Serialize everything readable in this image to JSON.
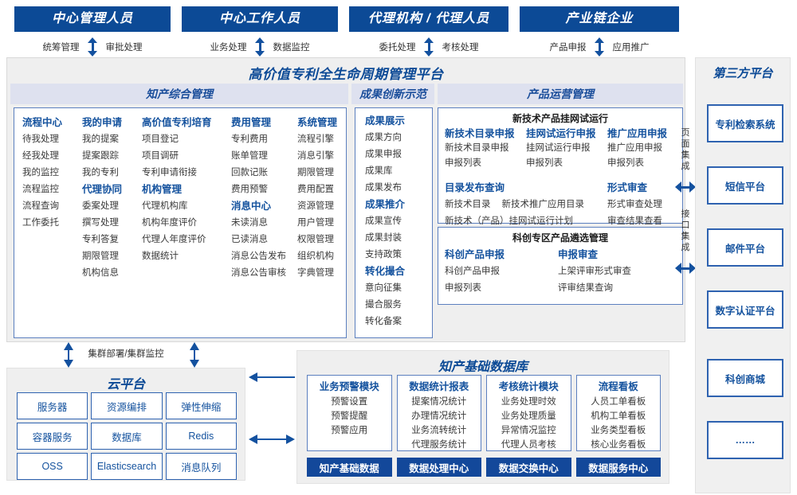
{
  "roles": [
    {
      "title": "中心管理人员",
      "left": "统筹管理",
      "right": "审批处理"
    },
    {
      "title": "中心工作人员",
      "left": "业务处理",
      "right": "数据监控"
    },
    {
      "title": "代理机构 / 代理人员",
      "left": "委托处理",
      "right": "考核处理"
    },
    {
      "title": "产业链企业",
      "left": "产品申报",
      "right": "应用推广"
    }
  ],
  "platform": {
    "title": "高价值专利全生命周期管理平台",
    "sections": {
      "zhichan": {
        "heading": "知产综合管理",
        "columns": [
          {
            "groups": [
              {
                "head": "流程中心",
                "items": [
                  "待我处理",
                  "经我处理",
                  "我的监控",
                  "流程监控",
                  "流程查询",
                  "工作委托"
                ]
              }
            ]
          },
          {
            "groups": [
              {
                "head": "我的申请",
                "items": [
                  "我的提案",
                  "提案跟踪",
                  "我的专利"
                ]
              },
              {
                "head": "代理协同",
                "items": [
                  "委案处理",
                  "撰写处理",
                  "专利答复",
                  "期限管理",
                  "机构信息"
                ]
              }
            ]
          },
          {
            "groups": [
              {
                "head": "高价值专利培育",
                "items": [
                  "项目登记",
                  "项目调研",
                  "专利申请衔接"
                ]
              },
              {
                "head": "机构管理",
                "items": [
                  "代理机构库",
                  "机构年度评价",
                  "代理人年度评价",
                  "数据统计"
                ]
              }
            ]
          },
          {
            "groups": [
              {
                "head": "费用管理",
                "items": [
                  "专利费用",
                  "账单管理",
                  "回款记账",
                  "费用预警"
                ]
              },
              {
                "head": "消息中心",
                "items": [
                  "未读消息",
                  "已读消息",
                  "消息公告发布",
                  "消息公告审核"
                ]
              }
            ]
          },
          {
            "groups": [
              {
                "head": "系统管理",
                "items": [
                  "流程引擎",
                  "消息引擎",
                  "期限管理",
                  "费用配置",
                  "资源管理",
                  "用户管理",
                  "权限管理",
                  "组织机构",
                  "字典管理"
                ]
              }
            ]
          }
        ]
      },
      "chengguo": {
        "heading": "成果创新示范",
        "groups": [
          {
            "head": "成果展示",
            "items": [
              "成果方向",
              "成果申报",
              "成果库",
              "成果发布"
            ]
          },
          {
            "head": "成果推介",
            "items": [
              "成果宣传",
              "成果封装",
              "支持政策"
            ]
          },
          {
            "head": "转化撮合",
            "items": [
              "意向征集",
              "撮合服务",
              "转化备案"
            ]
          }
        ]
      },
      "chanpin": {
        "heading": "产品运营管理",
        "box1": {
          "title": "新技术产品挂网试运行",
          "row1": [
            {
              "head": "新技术目录申报",
              "items": [
                "新技术目录申报",
                "申报列表"
              ]
            },
            {
              "head": "挂网试运行申报",
              "items": [
                "挂网试运行申报",
                "申报列表"
              ]
            },
            {
              "head": "推广应用申报",
              "items": [
                "推广应用申报",
                "申报列表"
              ]
            }
          ],
          "row2": [
            {
              "head": "目录发布查询",
              "items": [
                "新技术目录",
                "新技术推广应用目录",
                "新技术（产品）挂网试运行计划"
              ]
            },
            {
              "head": "形式审查",
              "items": [
                "形式审查处理",
                "审查结果查看"
              ]
            }
          ]
        },
        "box2": {
          "title": "科创专区产品遴选管理",
          "cols": [
            {
              "head": "科创产品申报",
              "items": [
                "科创产品申报",
                "申报列表"
              ]
            },
            {
              "head": "申报审查",
              "items": [
                "上架评审形式审查",
                "评审结果查询"
              ]
            }
          ]
        }
      }
    }
  },
  "integration": {
    "page": "页面集成",
    "api": "接口集成"
  },
  "third_party": {
    "title": "第三方平台",
    "items": [
      "专利检索系统",
      "短信平台",
      "邮件平台",
      "数字认证平台",
      "科创商城",
      "……"
    ]
  },
  "cluster_label": "集群部署/集群监控",
  "cloud": {
    "title": "云平台",
    "cells": [
      "服务器",
      "资源编排",
      "弹性伸缩",
      "容器服务",
      "数据库",
      "Redis",
      "OSS",
      "Elasticsearch",
      "消息队列"
    ]
  },
  "database": {
    "title": "知产基础数据库",
    "cards": [
      {
        "head": "业务预警模块",
        "items": [
          "预警设置",
          "预警提醒",
          "预警应用"
        ],
        "bar": "知产基础数据"
      },
      {
        "head": "数据统计报表",
        "items": [
          "提案情况统计",
          "办理情况统计",
          "业务流转统计",
          "代理服务统计"
        ],
        "bar": "数据处理中心"
      },
      {
        "head": "考核统计模块",
        "items": [
          "业务处理时效",
          "业务处理质量",
          "异常情况监控",
          "代理人员考核"
        ],
        "bar": "数据交换中心"
      },
      {
        "head": "流程看板",
        "items": [
          "人员工单看板",
          "机构工单看板",
          "业务类型看板",
          "核心业务看板"
        ],
        "bar": "数据服务中心"
      }
    ]
  },
  "colors": {
    "primary": "#0C4A96",
    "band": "#DEE1EF",
    "panel": "#EFEFEF",
    "border": "#5B7FBF"
  }
}
